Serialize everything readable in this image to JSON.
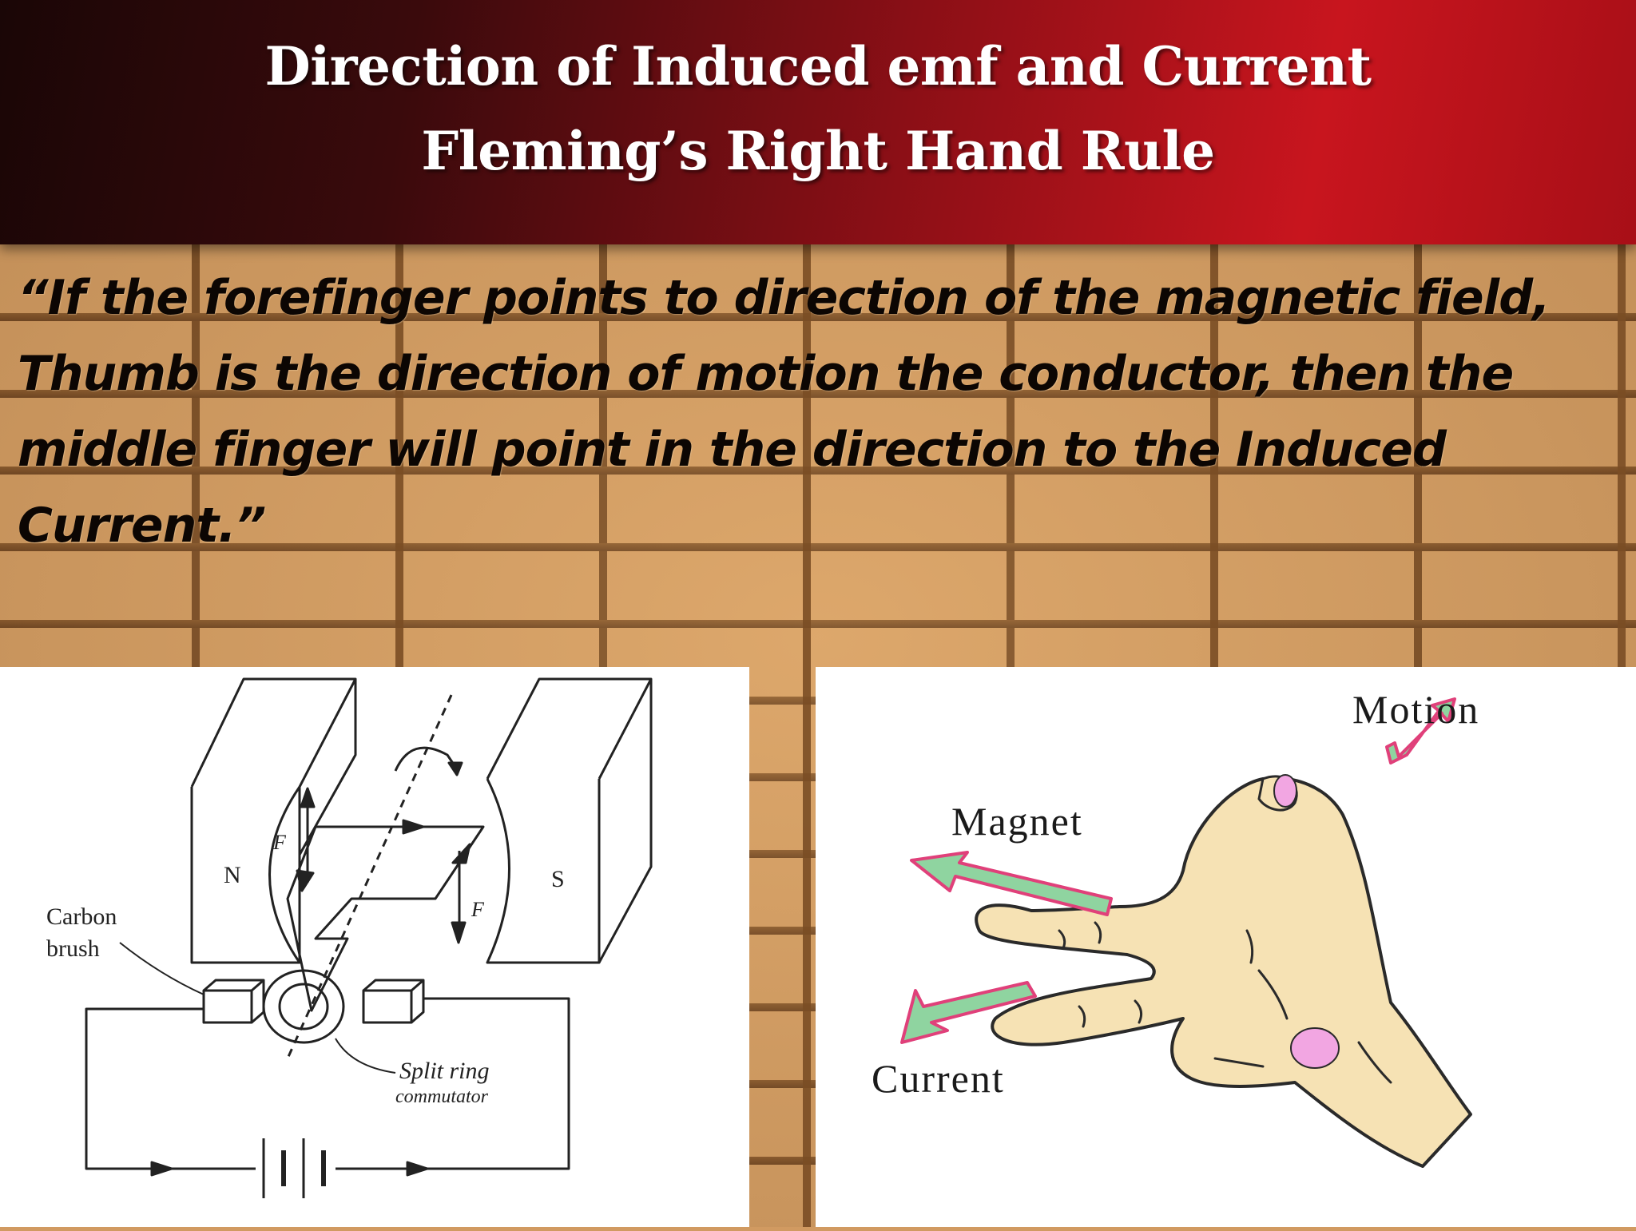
{
  "slide": {
    "title_line1": "Direction of Induced emf and Current",
    "title_line2": "Fleming’s Right Hand Rule",
    "quote": "“If the forefinger points to direction of the magnetic field, Thumb is the direction of motion the conductor, then the middle finger will point in the direction to the Induced Current.”"
  },
  "generator_diagram": {
    "pole_north": "N",
    "pole_south": "S",
    "force_label_top": "F",
    "force_label_bottom": "F",
    "brush_label_line1": "Carbon",
    "brush_label_line2": "brush",
    "commutator_label_line1": "Split ring",
    "commutator_label_line2": "commutator"
  },
  "hand_diagram": {
    "motion_label": "Motion",
    "magnet_label": "Magnet",
    "current_label": "Current",
    "arrow_fill": "#8fd4a0",
    "arrow_stroke": "#e0407a",
    "skin_color": "#f6e2b4",
    "nail_color": "#f2a6e2"
  },
  "colors": {
    "title_bar_dark": "#1a0606",
    "title_bar_red": "#c8151e",
    "brick": "#d7a064",
    "mortar": "#7a4d24"
  }
}
